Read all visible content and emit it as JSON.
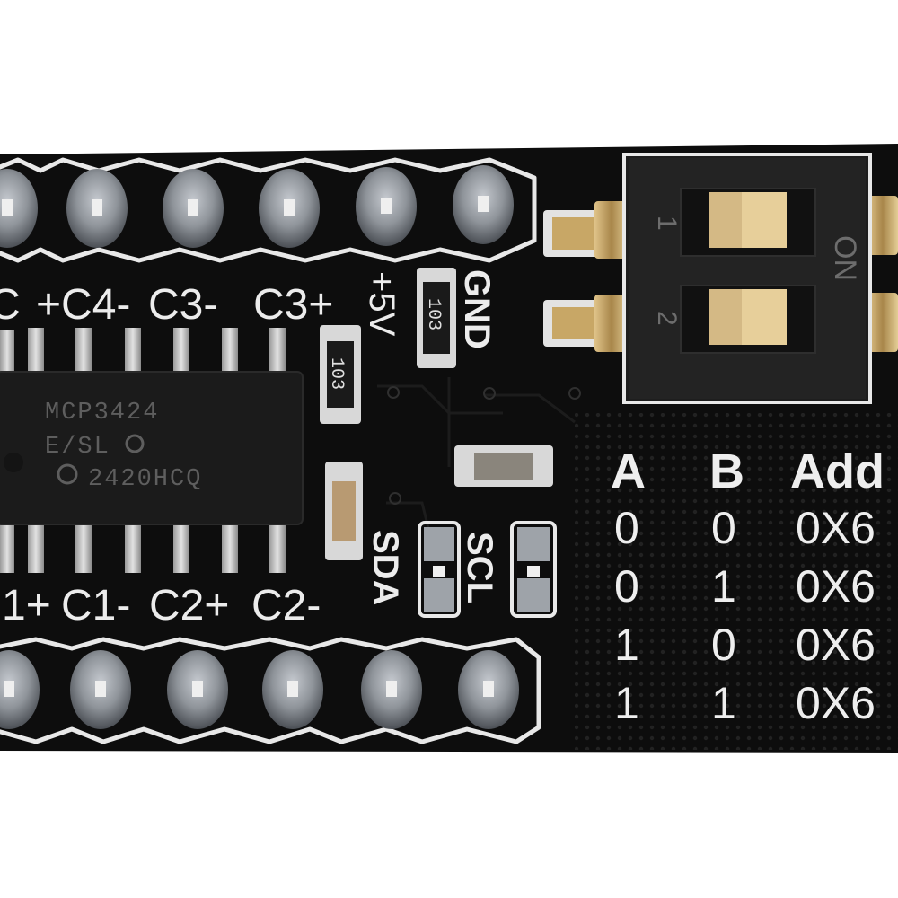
{
  "board": {
    "colors": {
      "pcb": "#0d0d0d",
      "silkscreen": "#ececec",
      "copper": "#c8a766",
      "pin": "#8f949a"
    },
    "labels": {
      "top_row": [
        {
          "text": "C"
        },
        {
          "text": "+C4-"
        },
        {
          "text": "C3-"
        },
        {
          "text": "C3+"
        }
      ],
      "bottom_row": [
        {
          "text": "1+"
        },
        {
          "text": "C1-"
        },
        {
          "text": "C2+"
        },
        {
          "text": "C2-"
        }
      ],
      "plus5v": "+5V",
      "gnd": "GND",
      "sda": "SDA",
      "scl": "SCL"
    },
    "chip": {
      "line1": "MCP3424",
      "line2": "E/SL",
      "line3": "2420HCQ"
    },
    "resistors": [
      {
        "code": "103"
      },
      {
        "code": "103"
      }
    ],
    "dip_switch": {
      "on_label": "ON",
      "positions": [
        {
          "label": "1"
        },
        {
          "label": "2"
        }
      ]
    },
    "address_table": {
      "headers": [
        "A",
        "B",
        "Add"
      ],
      "rows": [
        [
          "0",
          "0",
          "0X6"
        ],
        [
          "0",
          "1",
          "0X6"
        ],
        [
          "1",
          "0",
          "0X6"
        ],
        [
          "1",
          "1",
          "0X6"
        ]
      ]
    }
  }
}
